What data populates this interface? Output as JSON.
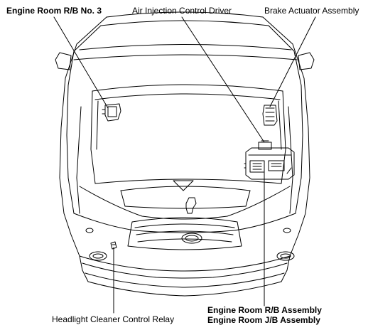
{
  "labels": {
    "engine_room_rb_no3": "Engine Room R/B No. 3",
    "air_injection_driver": "Air Injection Control Driver",
    "brake_actuator": "Brake Actuator Assembly",
    "headlight_cleaner_relay": "Headlight Cleaner Control Relay",
    "engine_room_rb_assembly": "Engine Room R/B Assembly",
    "engine_room_jb_assembly": "Engine Room J/B Assembly"
  },
  "colors": {
    "line": "#000000",
    "background": "#ffffff"
  }
}
